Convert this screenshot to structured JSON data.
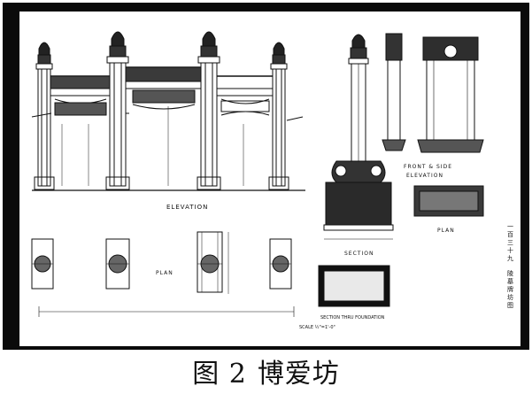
{
  "drawing": {
    "labels": {
      "elevation": "ELEVATION",
      "plan_left": "PLAN",
      "section": "SECTION",
      "front_side_elevation_1": "FRONT & SIDE",
      "front_side_elevation_2": "ELEVATION",
      "plan_right": "PLAN",
      "section_foundation": "SECTION THRU FOUNDATION",
      "scale": "SCALE ½\"=1'-0\""
    },
    "vertical_note": [
      "一",
      "百",
      "三",
      "十",
      "九",
      "",
      "陵",
      "墓",
      "牌",
      "坊",
      "图"
    ]
  },
  "caption": {
    "figure": "图 2",
    "title": "博爱坊"
  }
}
